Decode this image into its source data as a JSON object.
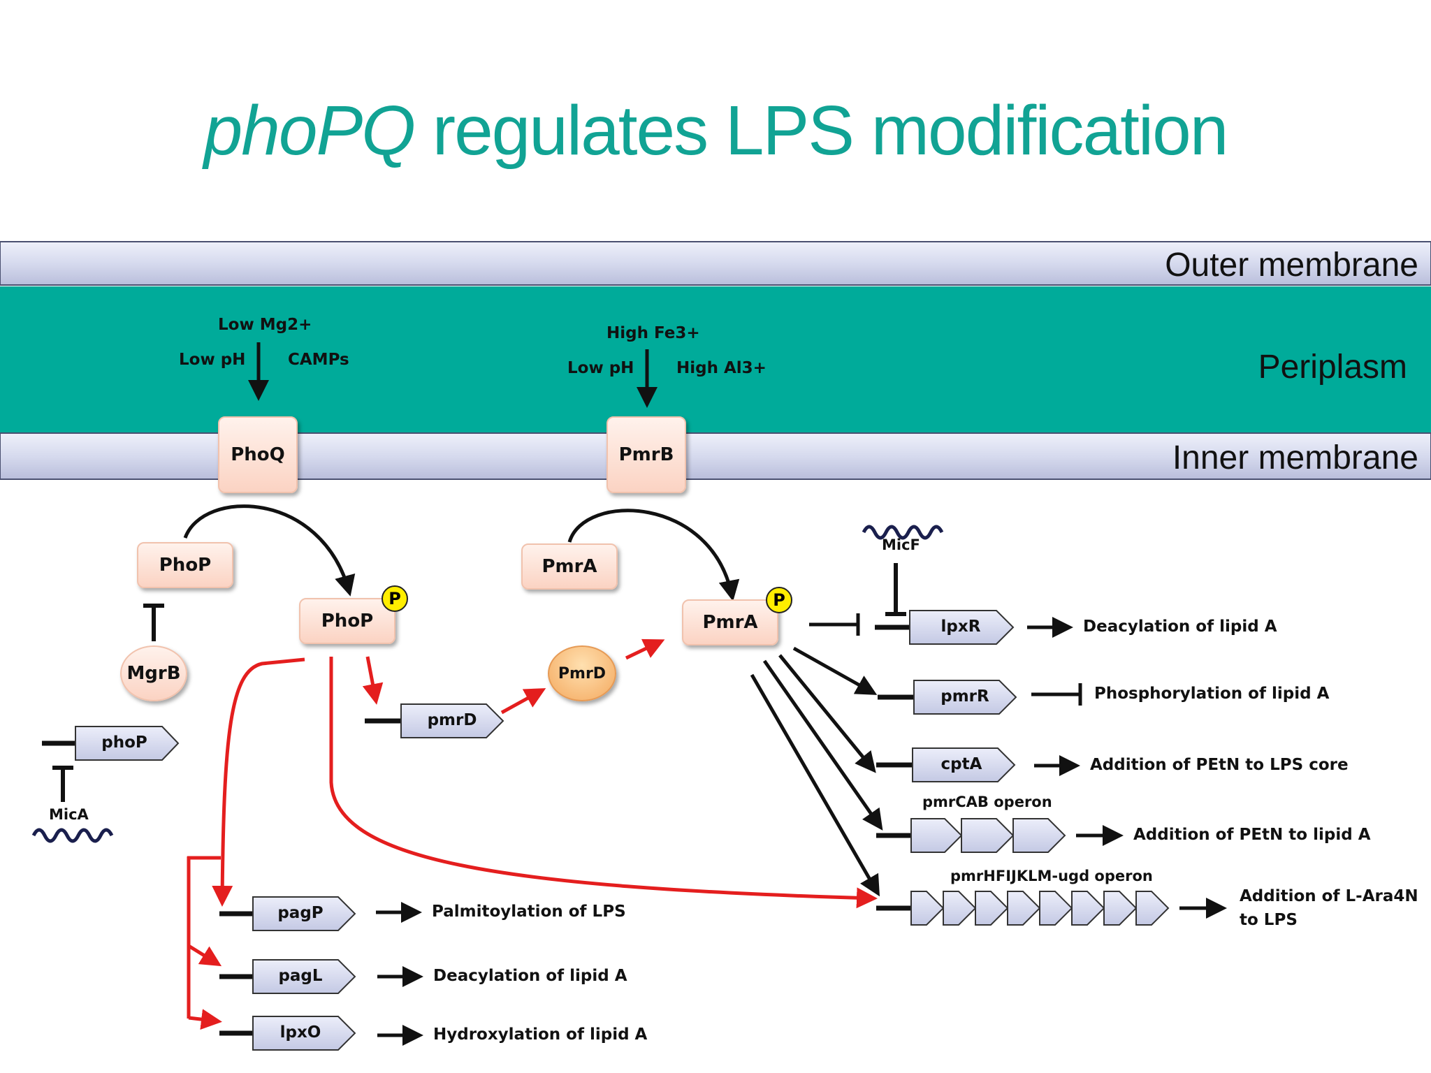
{
  "title": {
    "italic": "phoPQ",
    "rest": " regulates LPS modification"
  },
  "compartments": {
    "outer_membrane": "Outer membrane",
    "periplasm": "Periplasm",
    "inner_membrane": "Inner membrane"
  },
  "signals": {
    "phoq": {
      "top": "Low Mg2+",
      "left": "Low pH",
      "right": "CAMPs"
    },
    "pmrb": {
      "top": "High Fe3+",
      "left": "Low pH",
      "right": "High Al3+"
    }
  },
  "proteins": {
    "phoq": "PhoQ",
    "pmrb": "PmrB",
    "phop": "PhoP",
    "phop_p": "PhoP",
    "pmra": "PmrA",
    "pmra_p": "PmrA",
    "mgrb": "MgrB",
    "pmrd_protein": "PmrD",
    "phospho_badge": "P"
  },
  "srnas": {
    "mica": "MicA",
    "micf": "MicF"
  },
  "genes": {
    "phoP": "phoP",
    "pmrD": "pmrD",
    "lpxR": "lpxR",
    "pmrR": "pmrR",
    "cptA": "cptA",
    "pagP": "pagP",
    "pagL": "pagL",
    "lpxO": "lpxO"
  },
  "operons": {
    "pmrCAB": "pmrCAB operon",
    "pmrHFIJKLM": "pmrHFIJKLM-ugd operon"
  },
  "outcomes": {
    "lpxR": "Deacylation of lipid A",
    "pmrR": "Phosphorylation of lipid A",
    "cptA": "Addition of PEtN to LPS core",
    "pmrCAB": "Addition of PEtN to lipid A",
    "pmrHFIJKLM_line1": "Addition of L-Ara4N",
    "pmrHFIJKLM_line2": "to LPS",
    "pagP": "Palmitoylation of LPS",
    "pagL": "Deacylation of lipid A",
    "lpxO": "Hydroxylation of lipid A"
  },
  "colors": {
    "title": "#11a394",
    "periplasm": "#00ab9a",
    "membrane": "#d9dcef",
    "activation_red": "#e41e1e",
    "protein_fill": "#fbd3c3",
    "gene_fill": "#d9dcef",
    "phospho_badge": "#ffee00"
  }
}
